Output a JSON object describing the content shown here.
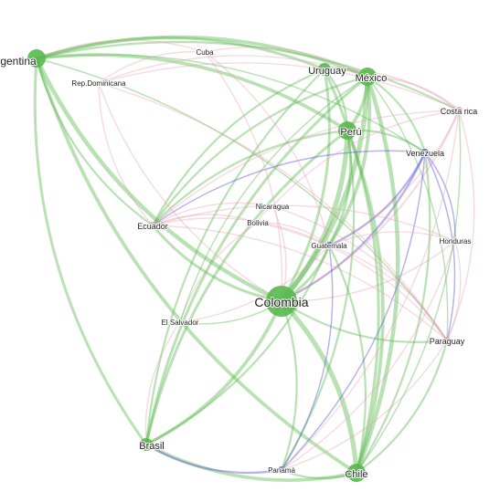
{
  "colors": {
    "green": "#58b84c",
    "pink": "#e6a0ae",
    "blue": "#5a55d6",
    "label": "#222222"
  },
  "nodes": [
    {
      "id": "argentina",
      "label": "Argentina",
      "group": "green",
      "size": "large"
    },
    {
      "id": "colombia",
      "label": "Colombia",
      "group": "green",
      "size": "xlarge"
    },
    {
      "id": "uruguay",
      "label": "Uruguay",
      "group": "green",
      "size": "medium"
    },
    {
      "id": "mexico",
      "label": "México",
      "group": "green",
      "size": "large"
    },
    {
      "id": "peru",
      "label": "Perú",
      "group": "green",
      "size": "large"
    },
    {
      "id": "brasil",
      "label": "Brasil",
      "group": "green",
      "size": "medium"
    },
    {
      "id": "chile",
      "label": "Chile",
      "group": "green",
      "size": "large"
    },
    {
      "id": "cuba",
      "label": "Cuba",
      "group": "pink",
      "size": "tiny"
    },
    {
      "id": "repdom",
      "label": "Rep.Dominicana",
      "group": "pink",
      "size": "tiny"
    },
    {
      "id": "costarica",
      "label": "Costa rica",
      "group": "pink",
      "size": "small"
    },
    {
      "id": "venezuela",
      "label": "Venezuela",
      "group": "blue",
      "size": "small"
    },
    {
      "id": "ecuador",
      "label": "Ecuador",
      "group": "pink",
      "size": "small"
    },
    {
      "id": "nicaragua",
      "label": "Nicaragua",
      "group": "pink",
      "size": "tiny"
    },
    {
      "id": "bolivia",
      "label": "Bolivia",
      "group": "pink",
      "size": "tiny"
    },
    {
      "id": "guatemala",
      "label": "Guatemala",
      "group": "blue",
      "size": "small"
    },
    {
      "id": "honduras",
      "label": "Honduras",
      "group": "pink",
      "size": "tiny"
    },
    {
      "id": "elsalvador",
      "label": "El Salvador",
      "group": "pink",
      "size": "tiny"
    },
    {
      "id": "paraguay",
      "label": "Paraguay",
      "group": "pink",
      "size": "small"
    },
    {
      "id": "panama",
      "label": "Panamá",
      "group": "blue",
      "size": "small"
    }
  ],
  "edges": [
    {
      "source": "argentina",
      "target": "colombia",
      "weight": 5,
      "color": "green"
    },
    {
      "source": "argentina",
      "target": "mexico",
      "weight": 4,
      "color": "green"
    },
    {
      "source": "argentina",
      "target": "uruguay",
      "weight": 3,
      "color": "green"
    },
    {
      "source": "argentina",
      "target": "peru",
      "weight": 4,
      "color": "green"
    },
    {
      "source": "argentina",
      "target": "brasil",
      "weight": 3,
      "color": "green"
    },
    {
      "source": "argentina",
      "target": "chile",
      "weight": 4,
      "color": "green"
    },
    {
      "source": "argentina",
      "target": "ecuador",
      "weight": 2,
      "color": "green"
    },
    {
      "source": "argentina",
      "target": "costarica",
      "weight": 2,
      "color": "green"
    },
    {
      "source": "argentina",
      "target": "paraguay",
      "weight": 1,
      "color": "green"
    },
    {
      "source": "argentina",
      "target": "venezuela",
      "weight": 1,
      "color": "green"
    },
    {
      "source": "colombia",
      "target": "mexico",
      "weight": 6,
      "color": "green"
    },
    {
      "source": "colombia",
      "target": "peru",
      "weight": 6,
      "color": "green"
    },
    {
      "source": "colombia",
      "target": "uruguay",
      "weight": 3,
      "color": "green"
    },
    {
      "source": "colombia",
      "target": "brasil",
      "weight": 4,
      "color": "green"
    },
    {
      "source": "colombia",
      "target": "chile",
      "weight": 6,
      "color": "green"
    },
    {
      "source": "colombia",
      "target": "ecuador",
      "weight": 3,
      "color": "green"
    },
    {
      "source": "colombia",
      "target": "guatemala",
      "weight": 3,
      "color": "green"
    },
    {
      "source": "colombia",
      "target": "venezuela",
      "weight": 2,
      "color": "blue"
    },
    {
      "source": "colombia",
      "target": "paraguay",
      "weight": 2,
      "color": "green"
    },
    {
      "source": "colombia",
      "target": "panama",
      "weight": 2,
      "color": "green"
    },
    {
      "source": "colombia",
      "target": "costarica",
      "weight": 2,
      "color": "pink"
    },
    {
      "source": "colombia",
      "target": "elsalvador",
      "weight": 1,
      "color": "green"
    },
    {
      "source": "colombia",
      "target": "nicaragua",
      "weight": 1,
      "color": "pink"
    },
    {
      "source": "colombia",
      "target": "honduras",
      "weight": 1,
      "color": "pink"
    },
    {
      "source": "mexico",
      "target": "peru",
      "weight": 4,
      "color": "green"
    },
    {
      "source": "mexico",
      "target": "chile",
      "weight": 5,
      "color": "green"
    },
    {
      "source": "mexico",
      "target": "brasil",
      "weight": 3,
      "color": "green"
    },
    {
      "source": "mexico",
      "target": "uruguay",
      "weight": 3,
      "color": "green"
    },
    {
      "source": "mexico",
      "target": "costarica",
      "weight": 2,
      "color": "pink"
    },
    {
      "source": "mexico",
      "target": "venezuela",
      "weight": 2,
      "color": "green"
    },
    {
      "source": "mexico",
      "target": "guatemala",
      "weight": 4,
      "color": "green"
    },
    {
      "source": "mexico",
      "target": "ecuador",
      "weight": 2,
      "color": "green"
    },
    {
      "source": "mexico",
      "target": "paraguay",
      "weight": 1,
      "color": "green"
    },
    {
      "source": "peru",
      "target": "chile",
      "weight": 4,
      "color": "green"
    },
    {
      "source": "peru",
      "target": "brasil",
      "weight": 3,
      "color": "green"
    },
    {
      "source": "peru",
      "target": "guatemala",
      "weight": 3,
      "color": "green"
    },
    {
      "source": "peru",
      "target": "ecuador",
      "weight": 2,
      "color": "green"
    },
    {
      "source": "peru",
      "target": "venezuela",
      "weight": 2,
      "color": "green"
    },
    {
      "source": "peru",
      "target": "panama",
      "weight": 2,
      "color": "green"
    },
    {
      "source": "uruguay",
      "target": "chile",
      "weight": 3,
      "color": "green"
    },
    {
      "source": "uruguay",
      "target": "brasil",
      "weight": 2,
      "color": "green"
    },
    {
      "source": "uruguay",
      "target": "ecuador",
      "weight": 2,
      "color": "green"
    },
    {
      "source": "uruguay",
      "target": "peru",
      "weight": 2,
      "color": "green"
    },
    {
      "source": "brasil",
      "target": "chile",
      "weight": 4,
      "color": "green"
    },
    {
      "source": "brasil",
      "target": "panama",
      "weight": 2,
      "color": "blue"
    },
    {
      "source": "brasil",
      "target": "guatemala",
      "weight": 2,
      "color": "green"
    },
    {
      "source": "chile",
      "target": "venezuela",
      "weight": 2,
      "color": "green"
    },
    {
      "source": "chile",
      "target": "paraguay",
      "weight": 2,
      "color": "green"
    },
    {
      "source": "chile",
      "target": "guatemala",
      "weight": 2,
      "color": "green"
    },
    {
      "source": "chile",
      "target": "panama",
      "weight": 2,
      "color": "green"
    },
    {
      "source": "chile",
      "target": "costarica",
      "weight": 1,
      "color": "green"
    },
    {
      "source": "panama",
      "target": "guatemala",
      "weight": 1,
      "color": "blue"
    },
    {
      "source": "panama",
      "target": "venezuela",
      "weight": 1,
      "color": "blue"
    },
    {
      "source": "venezuela",
      "target": "guatemala",
      "weight": 2,
      "color": "blue"
    },
    {
      "source": "venezuela",
      "target": "ecuador",
      "weight": 1,
      "color": "blue"
    },
    {
      "source": "venezuela",
      "target": "paraguay",
      "weight": 1,
      "color": "blue"
    },
    {
      "source": "venezuela",
      "target": "honduras",
      "weight": 1,
      "color": "blue"
    },
    {
      "source": "costarica",
      "target": "paraguay",
      "weight": 1,
      "color": "pink"
    },
    {
      "source": "costarica",
      "target": "ecuador",
      "weight": 1,
      "color": "pink"
    },
    {
      "source": "costarica",
      "target": "repdom",
      "weight": 1,
      "color": "pink"
    },
    {
      "source": "costarica",
      "target": "guatemala",
      "weight": 1,
      "color": "pink"
    },
    {
      "source": "ecuador",
      "target": "guatemala",
      "weight": 1,
      "color": "pink"
    },
    {
      "source": "ecuador",
      "target": "nicaragua",
      "weight": 1,
      "color": "pink"
    },
    {
      "source": "ecuador",
      "target": "bolivia",
      "weight": 1,
      "color": "pink"
    },
    {
      "source": "ecuador",
      "target": "paraguay",
      "weight": 1,
      "color": "pink"
    },
    {
      "source": "ecuador",
      "target": "repdom",
      "weight": 1,
      "color": "pink"
    },
    {
      "source": "ecuador",
      "target": "honduras",
      "weight": 1,
      "color": "pink"
    },
    {
      "source": "nicaragua",
      "target": "bolivia",
      "weight": 1,
      "color": "pink"
    },
    {
      "source": "nicaragua",
      "target": "paraguay",
      "weight": 1,
      "color": "pink"
    },
    {
      "source": "nicaragua",
      "target": "costarica",
      "weight": 1,
      "color": "pink"
    },
    {
      "source": "bolivia",
      "target": "guatemala",
      "weight": 1,
      "color": "pink"
    },
    {
      "source": "bolivia",
      "target": "paraguay",
      "weight": 1,
      "color": "pink"
    },
    {
      "source": "bolivia",
      "target": "elsalvador",
      "weight": 1,
      "color": "pink"
    },
    {
      "source": "guatemala",
      "target": "paraguay",
      "weight": 1,
      "color": "pink"
    },
    {
      "source": "guatemala",
      "target": "honduras",
      "weight": 1,
      "color": "pink"
    },
    {
      "source": "honduras",
      "target": "paraguay",
      "weight": 1,
      "color": "pink"
    },
    {
      "source": "cuba",
      "target": "repdom",
      "weight": 1,
      "color": "pink"
    },
    {
      "source": "cuba",
      "target": "colombia",
      "weight": 1,
      "color": "pink"
    },
    {
      "source": "cuba",
      "target": "mexico",
      "weight": 1,
      "color": "pink"
    },
    {
      "source": "cuba",
      "target": "guatemala",
      "weight": 1,
      "color": "pink"
    },
    {
      "source": "cuba",
      "target": "argentina",
      "weight": 1,
      "color": "pink"
    },
    {
      "source": "repdom",
      "target": "mexico",
      "weight": 1,
      "color": "pink"
    },
    {
      "source": "repdom",
      "target": "colombia",
      "weight": 1,
      "color": "pink"
    },
    {
      "source": "repdom",
      "target": "paraguay",
      "weight": 1,
      "color": "pink"
    },
    {
      "source": "elsalvador",
      "target": "brasil",
      "weight": 1,
      "color": "pink"
    },
    {
      "source": "elsalvador",
      "target": "guatemala",
      "weight": 1,
      "color": "pink"
    },
    {
      "source": "elsalvador",
      "target": "mexico",
      "weight": 1,
      "color": "green"
    },
    {
      "source": "paraguay",
      "target": "panama",
      "weight": 1,
      "color": "pink"
    },
    {
      "source": "honduras",
      "target": "panama",
      "weight": 1,
      "color": "pink"
    },
    {
      "source": "costarica",
      "target": "panama",
      "weight": 1,
      "color": "pink"
    },
    {
      "source": "uruguay",
      "target": "costarica",
      "weight": 1,
      "color": "pink"
    }
  ]
}
